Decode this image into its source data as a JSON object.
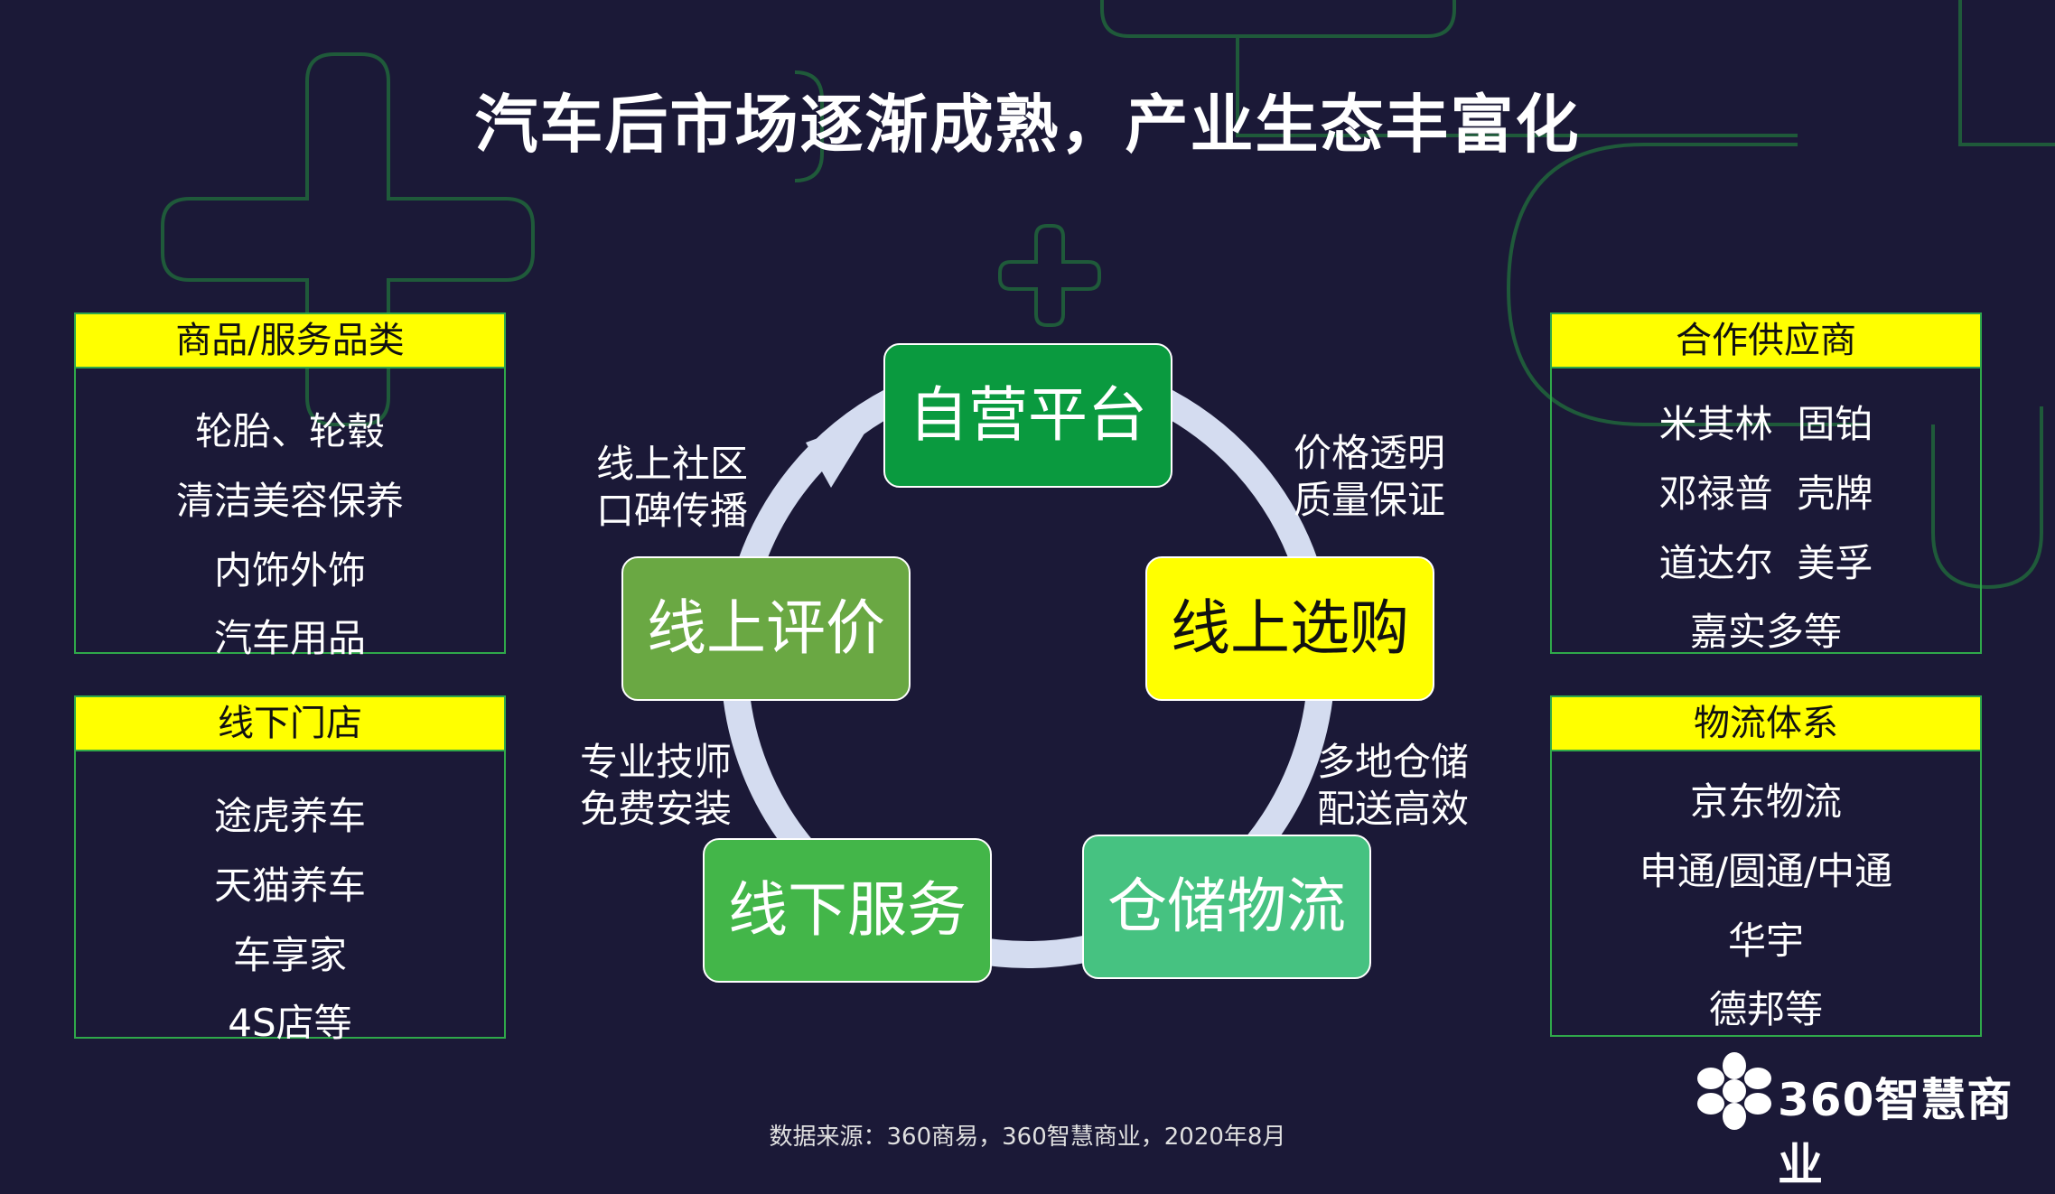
{
  "title": "汽车后市场逐渐成熟，产业生态丰富化",
  "left_panels": [
    {
      "header": "商品/服务品类",
      "items": [
        "轮胎、轮毂",
        "清洁美容保养",
        "内饰外饰",
        "汽车用品"
      ]
    },
    {
      "header": "线下门店",
      "items": [
        "途虎养车",
        "天猫养车",
        "车享家",
        "4S店等"
      ]
    }
  ],
  "right_panels": [
    {
      "header": "合作供应商",
      "items": [
        "米其林  固铂",
        "邓禄普  壳牌",
        "道达尔  美孚",
        "嘉实多等"
      ]
    },
    {
      "header": "物流体系",
      "items": [
        "京东物流",
        "申通/圆通/中通",
        "华宇",
        "德邦等"
      ]
    }
  ],
  "cycle": {
    "nodes": [
      "自营平台",
      "线上选购",
      "仓储物流",
      "线下服务",
      "线上评价"
    ],
    "captions": [
      [
        "价格透明",
        "质量保证"
      ],
      [
        "多地仓储",
        "配送高效"
      ],
      [
        "专业技师",
        "免费安装"
      ],
      [
        "线上社区",
        "口碑传播"
      ]
    ]
  },
  "colors": {
    "background": "#1b1937",
    "yellow": "#ffff00",
    "node_green_dark": "#0a9a3f",
    "node_yellow": "#ffff00",
    "node_teal": "#46c281",
    "node_green": "#43b649",
    "node_olive": "#6aa843",
    "ring": "#d4dcf0",
    "panel_border": "#2fa84a"
  },
  "source": "数据来源：360商易，360智慧商业，2020年8月",
  "logo": {
    "text": "360智慧商业",
    "icon": "flower-logo-icon"
  }
}
